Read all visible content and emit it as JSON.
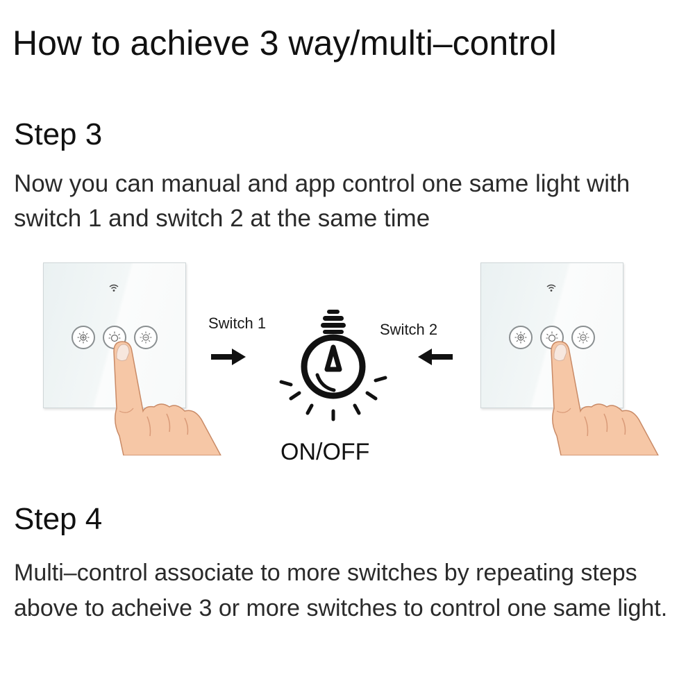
{
  "title": "How to achieve 3 way/multi–control",
  "step3": {
    "heading": "Step 3",
    "text": "Now you can manual and app control one same light with switch 1 and switch 2 at the same time"
  },
  "diagram": {
    "switch1_label": "Switch 1",
    "switch2_label": "Switch 2",
    "bulb_label": "ON/OFF"
  },
  "step4": {
    "heading": "Step 4",
    "text": "Multi–control associate to more switches by repeating steps above to acheive 3 or more switches to control one same light."
  }
}
